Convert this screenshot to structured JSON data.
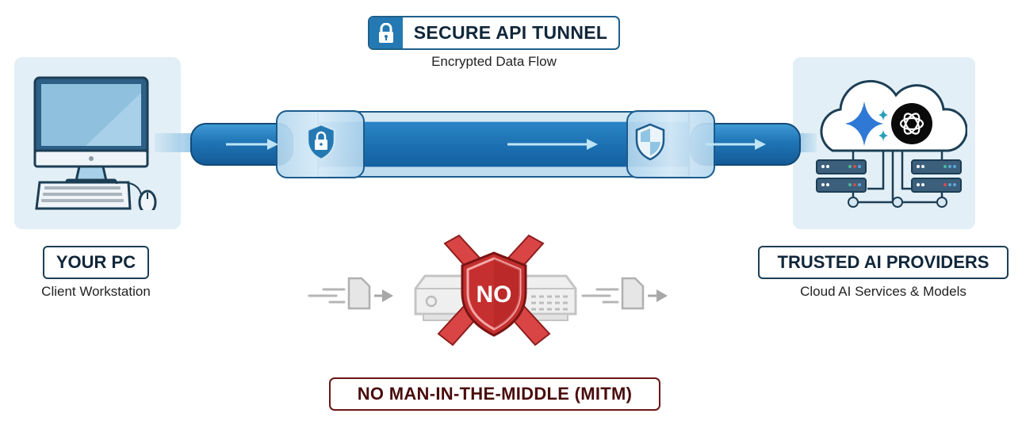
{
  "header": {
    "title": "SECURE API TUNNEL",
    "subtitle": "Encrypted Data Flow",
    "icon": "lock-icon"
  },
  "client": {
    "title": "YOUR PC",
    "subtitle": "Client Workstation",
    "icon": "desktop-computer-icon"
  },
  "provider": {
    "title": "TRUSTED AI PROVIDERS",
    "subtitle": "Cloud AI Services & Models",
    "icons": [
      "cloud-icon",
      "gemini-sparkle-icon",
      "openai-logo-icon",
      "server-rack-icon"
    ]
  },
  "tunnel": {
    "icons": [
      "shield-lock-icon",
      "shield-check-icon"
    ],
    "arrows": 3
  },
  "mitm": {
    "badge_text": "NO",
    "label": "NO MAN-IN-THE-MIDDLE (MITM)",
    "icons": [
      "document-icon",
      "router-icon",
      "shield-x-icon",
      "document-icon"
    ]
  },
  "colors": {
    "tunnel_blue": "#1f74b5",
    "badge_blue": "#2479b3",
    "panel_bg": "#e3eff6",
    "danger_red": "#d33b3b",
    "dark_text": "#10263a",
    "mitm_border": "#6a1616"
  }
}
